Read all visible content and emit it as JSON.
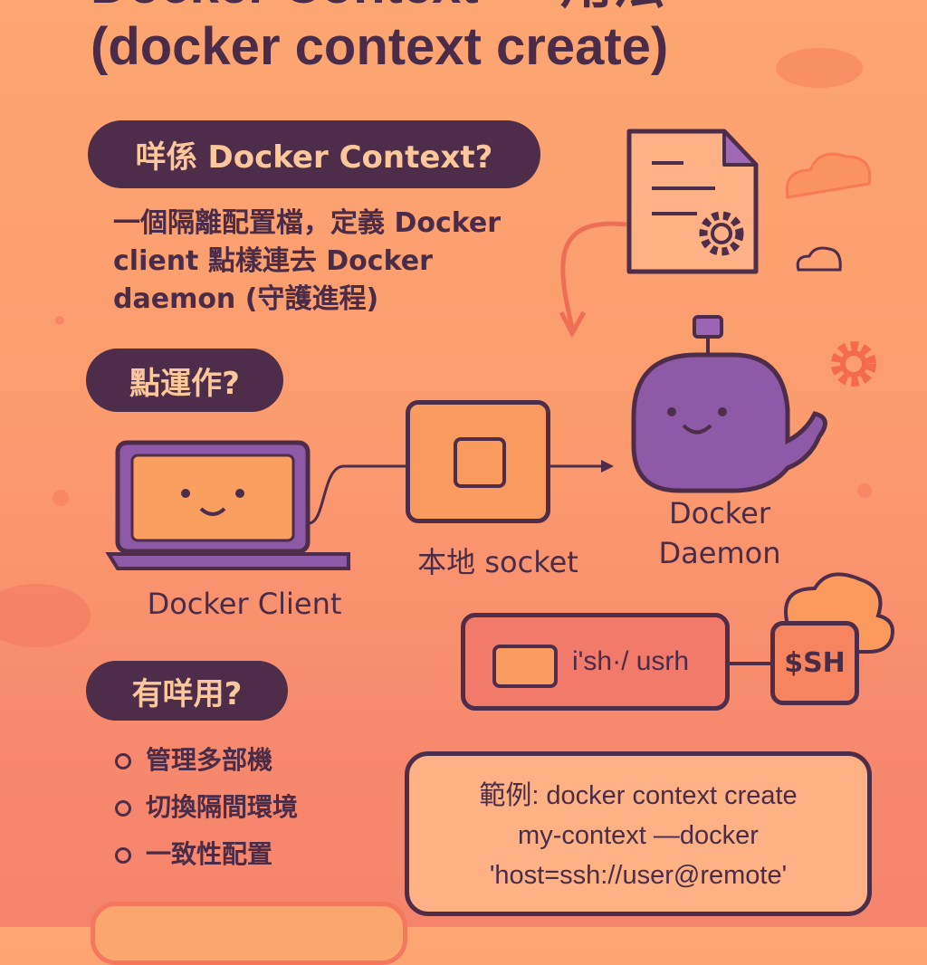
{
  "title": {
    "line1": "Docker Context — 用法",
    "line2": "(docker context create)"
  },
  "section_what": {
    "heading": "咩係 Docker Context?",
    "lines": [
      "一個隔離配置檔，定義 Docker",
      "client 點樣連去 Docker",
      "daemon (守護進程)"
    ]
  },
  "section_how": {
    "heading": "點運作?",
    "client_label": "Docker Client",
    "socket_label": "本地 socket",
    "daemon_label_1": "Docker",
    "daemon_label_2": "Daemon",
    "ssh_path": "i'sh·/ usrh",
    "ssh_label": "$SH"
  },
  "section_use": {
    "heading": "有咩用?",
    "bullets": [
      "管理多部機",
      "切換隔間環境",
      "一致性配置"
    ]
  },
  "example": {
    "lines": [
      "範例: docker context create",
      "my-context —docker",
      "'host=ssh://user@remote'"
    ]
  },
  "colors": {
    "text": "#4d2d4a",
    "purple": "#8e5aa8",
    "box_orange": "#f99a5e",
    "ssh_red": "#f27a6a",
    "background_top": "#fda671"
  }
}
